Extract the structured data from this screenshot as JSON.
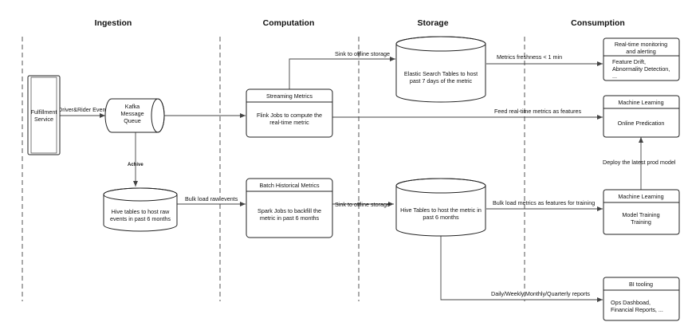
{
  "columns": {
    "ingestion": "Ingestion",
    "computation": "Computation",
    "storage": "Storage",
    "consumption": "Consumption"
  },
  "nodes": {
    "fulfillment": [
      "Fulfillment",
      "Service"
    ],
    "kafka": [
      "Kafka",
      "Message",
      "Queue"
    ],
    "hive_raw": [
      "Hive tables to host raw",
      "events in past 6 months"
    ],
    "streaming": {
      "title": "Streaming Metrics",
      "body": [
        "Flink Jobs to compute the",
        "real-time metric"
      ]
    },
    "batch": {
      "title": "Batch Historical Metrics",
      "body": [
        "Spark Jobs to  backfill the",
        "metric in past 6 months"
      ]
    },
    "elastic": [
      "Elastic Search Tables to host",
      "past 7 days of the metric"
    ],
    "hive_metric": [
      "Hive Tables to host the metric in",
      "past 6 months"
    ],
    "monitoring": {
      "title": [
        "Real-time monitoring",
        "and alerting"
      ],
      "body": [
        "Feature Drift,",
        "Abnormality Detection,",
        "..."
      ]
    },
    "ml_online": {
      "title": "Machine Learning",
      "body": "Online Predication"
    },
    "ml_training": {
      "title": "Machine Learning",
      "body": [
        "Model Training",
        "Training"
      ]
    },
    "bi": {
      "title": "BI tooling",
      "body": [
        "Ops Dashboad,",
        "Financial Reports, ..."
      ]
    }
  },
  "edges": {
    "driver_rider": "Driver&Rider Event",
    "archive": "Achive",
    "bulk_load_raw": "Bulk load raw events",
    "sink_top": "Sink to offline storage",
    "sink_bottom": "Sink to offline storage",
    "freshness": "Metrics freshness < 1 min",
    "feed_realtime": "Feed real-time metrics as features",
    "deploy": "Deploy the latest prod model",
    "bulk_load_training": "Bulk load metrics as features for training",
    "reports": "Daily/Weekly,Monthly/Quarterly reports"
  }
}
